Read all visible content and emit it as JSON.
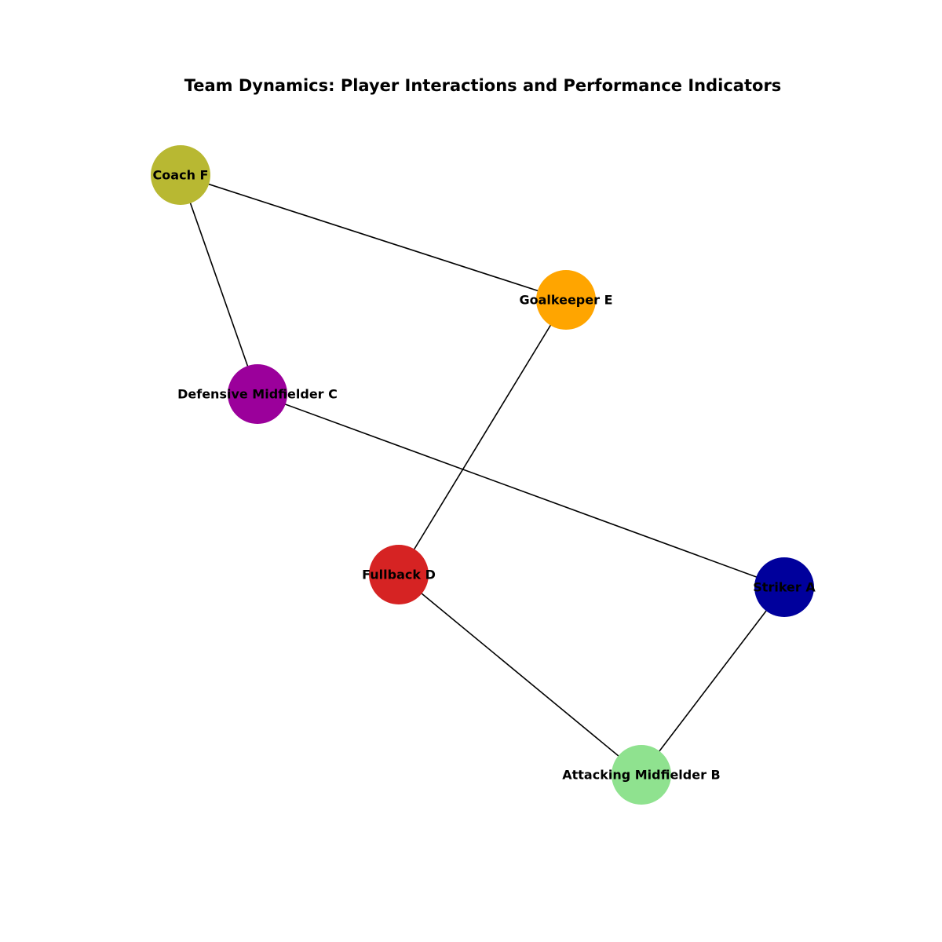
{
  "title": "Team Dynamics: Player Interactions and Performance Indicators",
  "nodes": [
    {
      "id": "striker",
      "label": "Striker A",
      "color": "#00009c"
    },
    {
      "id": "att-mid",
      "label": "Attacking Midfielder B",
      "color": "#8fe28f"
    },
    {
      "id": "def-mid",
      "label": "Defensive Midfielder C",
      "color": "#9b009b"
    },
    {
      "id": "fullback",
      "label": "Fullback D",
      "color": "#d62323"
    },
    {
      "id": "goalkeeper",
      "label": "Goalkeeper E",
      "color": "#ffa500"
    },
    {
      "id": "coach",
      "label": "Coach F",
      "color": "#b8b832"
    }
  ],
  "edges": [
    {
      "source": "coach",
      "target": "goalkeeper"
    },
    {
      "source": "coach",
      "target": "def-mid"
    },
    {
      "source": "goalkeeper",
      "target": "fullback"
    },
    {
      "source": "def-mid",
      "target": "striker"
    },
    {
      "source": "fullback",
      "target": "att-mid"
    },
    {
      "source": "striker",
      "target": "att-mid"
    }
  ]
}
